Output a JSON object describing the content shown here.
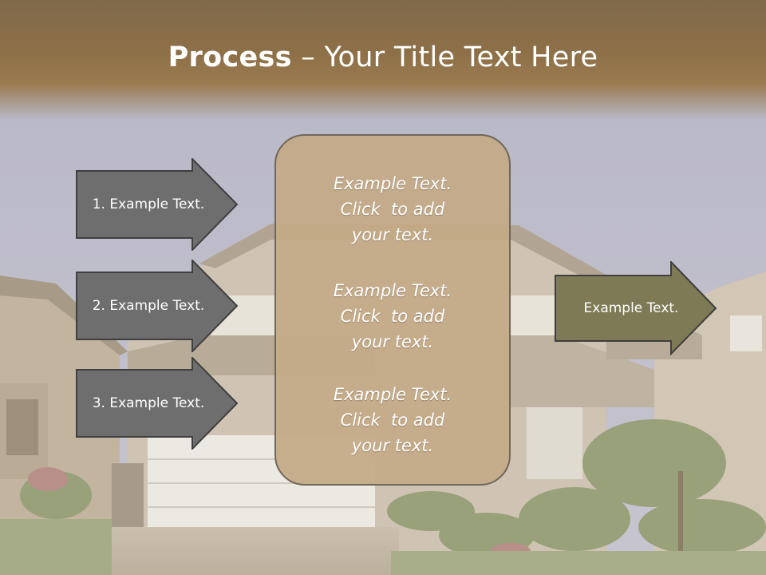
{
  "slide": {
    "title_bold": "Process",
    "title_rest": " – Your Title Text Here"
  },
  "left_steps": [
    {
      "label": "1. Example Text."
    },
    {
      "label": "2. Example Text."
    },
    {
      "label": "3. Example Text."
    }
  ],
  "center_blocks": [
    {
      "line1": "Example Text.",
      "line2": "Click  to add",
      "line3": "your text."
    },
    {
      "line1": "Example Text.",
      "line2": "Click  to add",
      "line3": "your text."
    },
    {
      "line1": "Example Text.",
      "line2": "Click  to add",
      "line3": "your text."
    }
  ],
  "right_step": {
    "label": "Example Text."
  },
  "colors": {
    "title_band": "#8e7048",
    "left_arrow_fill": "#6e6e6e",
    "right_arrow_fill": "#7d7a55",
    "center_box_fill": "#c4aa86",
    "outline": "#3f3f3f"
  }
}
